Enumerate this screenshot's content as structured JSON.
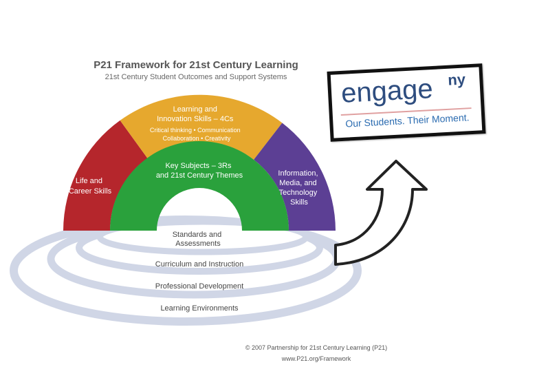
{
  "header": {
    "title": "P21 Framework for 21st Century Learning",
    "subtitle": "21st Century Student Outcomes and Support Systems"
  },
  "rainbow": {
    "life_career": [
      "Life and",
      "Career Skills"
    ],
    "learning_innovation": [
      "Learning and",
      "Innovation Skills – 4Cs",
      "Critical thinking • Communication",
      "Collaboration • Creativity"
    ],
    "information_media": [
      "Information,",
      "Media, and",
      "Technology",
      "Skills"
    ],
    "key_subjects": [
      "Key Subjects – 3Rs",
      "and 21st Century Themes"
    ]
  },
  "support_rings": {
    "standards": [
      "Standards and",
      "Assessments"
    ],
    "curriculum": "Curriculum and Instruction",
    "professional": "Professional Development",
    "environments": "Learning Environments"
  },
  "footer": {
    "copyright": "© 2007  Partnership for 21st Century Learning (P21)",
    "url": "www.P21.org/Framework"
  },
  "logo": {
    "word": "engage",
    "superscript": "ny",
    "tagline": "Our Students. Their Moment."
  },
  "colors": {
    "red": "#b5262c",
    "gold": "#e6a82e",
    "purple": "#5c3f94",
    "green": "#2aa13c",
    "ring": "#d0d6e6",
    "brand_blue": "#2e4d7f"
  }
}
